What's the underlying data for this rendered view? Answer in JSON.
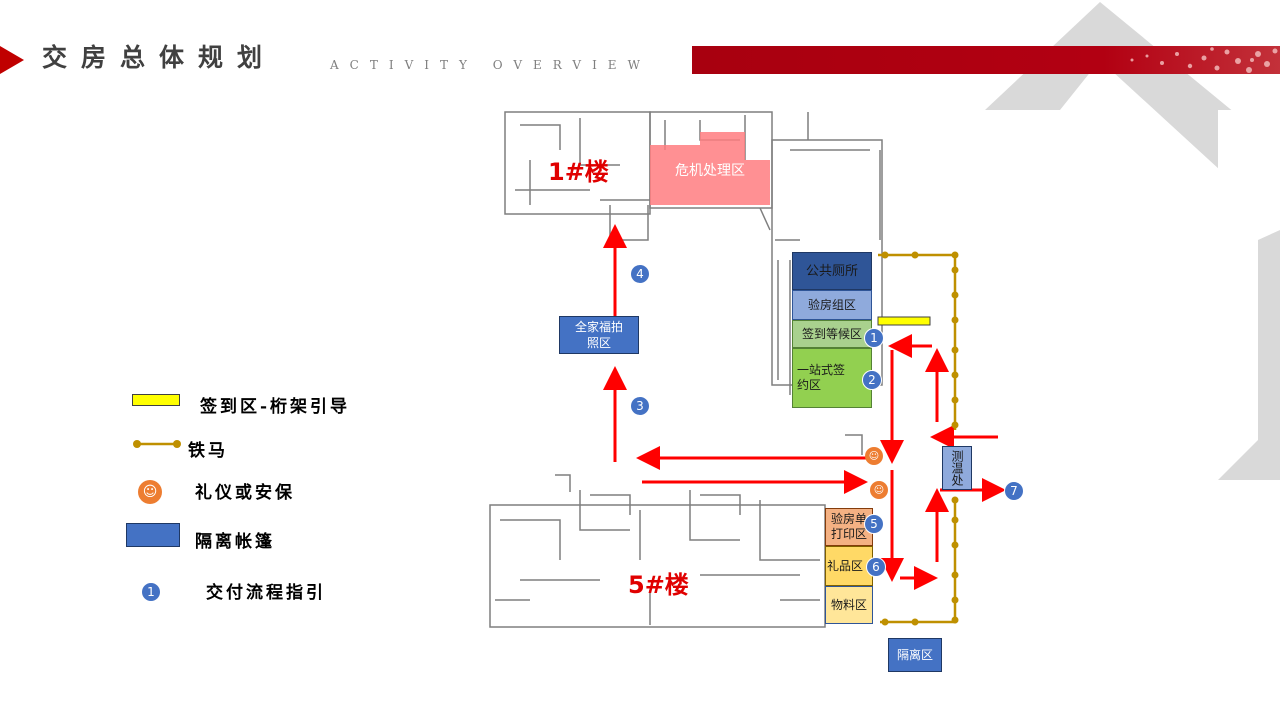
{
  "header": {
    "title": "交房总体规划",
    "subtitle": "ACTIVITY OVERVIEW"
  },
  "buildings": {
    "building_1": "1#楼",
    "building_5": "5#楼"
  },
  "zones": {
    "crisis": "危机处理区",
    "public_toilet": "公共厕所",
    "inspection_group": "验房组区",
    "signin_wait": "签到等候区",
    "one_stop_sign": "一站式签约区",
    "inspection_print": "验房单打印区",
    "gift": "礼品区",
    "materials": "物料区"
  },
  "tents": {
    "family_photo": "全家福拍照区",
    "temperature": "测温处",
    "isolation": "隔离区"
  },
  "step_markers": [
    "1",
    "2",
    "3",
    "4",
    "5",
    "6",
    "7"
  ],
  "legend": {
    "signin_truss": "签到区-桁架引导",
    "barrier": "铁马",
    "etiquette": "礼仪或安保",
    "isolation_tent": "隔离帐篷",
    "marker_sample": "1",
    "flow_guide": "交付流程指引"
  },
  "colors": {
    "accent_red": "#c00000",
    "arrow_red": "#ff0000",
    "tent_blue": "#4472c4",
    "crisis_fill": "#ff7c80",
    "green_zone": "#92d050",
    "orange_zone": "#f4b183",
    "yellow_zone": "#ffe699",
    "barrier_gold": "#bf9000",
    "etiquette_orange": "#ed7d31",
    "truss_yellow": "#ffff00"
  }
}
